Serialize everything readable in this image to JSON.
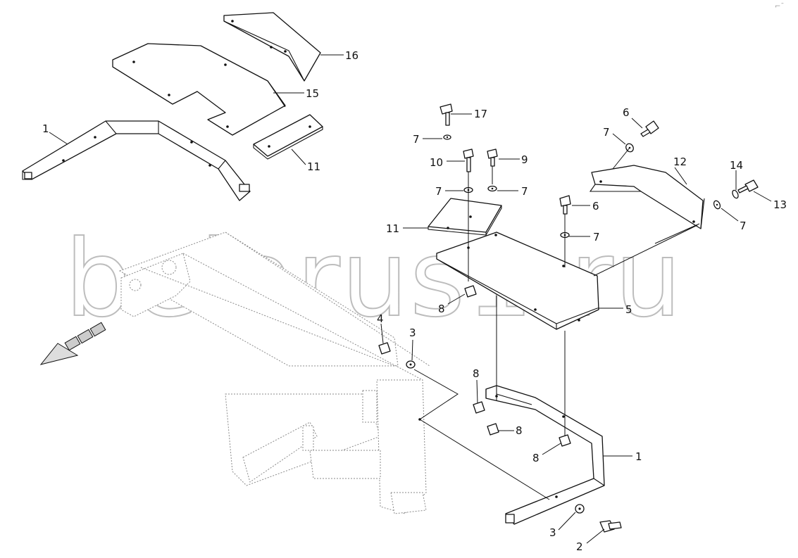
{
  "watermark": {
    "text": "belarus1.ru"
  },
  "corner_mark": "⌐ˉ",
  "callouts": [
    {
      "id": "c16",
      "text": "16"
    },
    {
      "id": "c15",
      "text": "15"
    },
    {
      "id": "c1a",
      "text": "1"
    },
    {
      "id": "c11a",
      "text": "11"
    },
    {
      "id": "c17",
      "text": "17"
    },
    {
      "id": "c7a",
      "text": "7"
    },
    {
      "id": "c10",
      "text": "10"
    },
    {
      "id": "c9",
      "text": "9"
    },
    {
      "id": "c7b",
      "text": "7"
    },
    {
      "id": "c7c",
      "text": "7"
    },
    {
      "id": "c11b",
      "text": "11"
    },
    {
      "id": "c6a",
      "text": "6"
    },
    {
      "id": "c7d",
      "text": "7"
    },
    {
      "id": "c12",
      "text": "12"
    },
    {
      "id": "c14",
      "text": "14"
    },
    {
      "id": "c13",
      "text": "13"
    },
    {
      "id": "c7e",
      "text": "7"
    },
    {
      "id": "c6b",
      "text": "6"
    },
    {
      "id": "c7f",
      "text": "7"
    },
    {
      "id": "c8a",
      "text": "8"
    },
    {
      "id": "c5",
      "text": "5"
    },
    {
      "id": "c4",
      "text": "4"
    },
    {
      "id": "c3a",
      "text": "3"
    },
    {
      "id": "c8b",
      "text": "8"
    },
    {
      "id": "c8c",
      "text": "8"
    },
    {
      "id": "c8d",
      "text": "8"
    },
    {
      "id": "c1b",
      "text": "1"
    },
    {
      "id": "c3b",
      "text": "3"
    },
    {
      "id": "c2",
      "text": "2"
    }
  ]
}
